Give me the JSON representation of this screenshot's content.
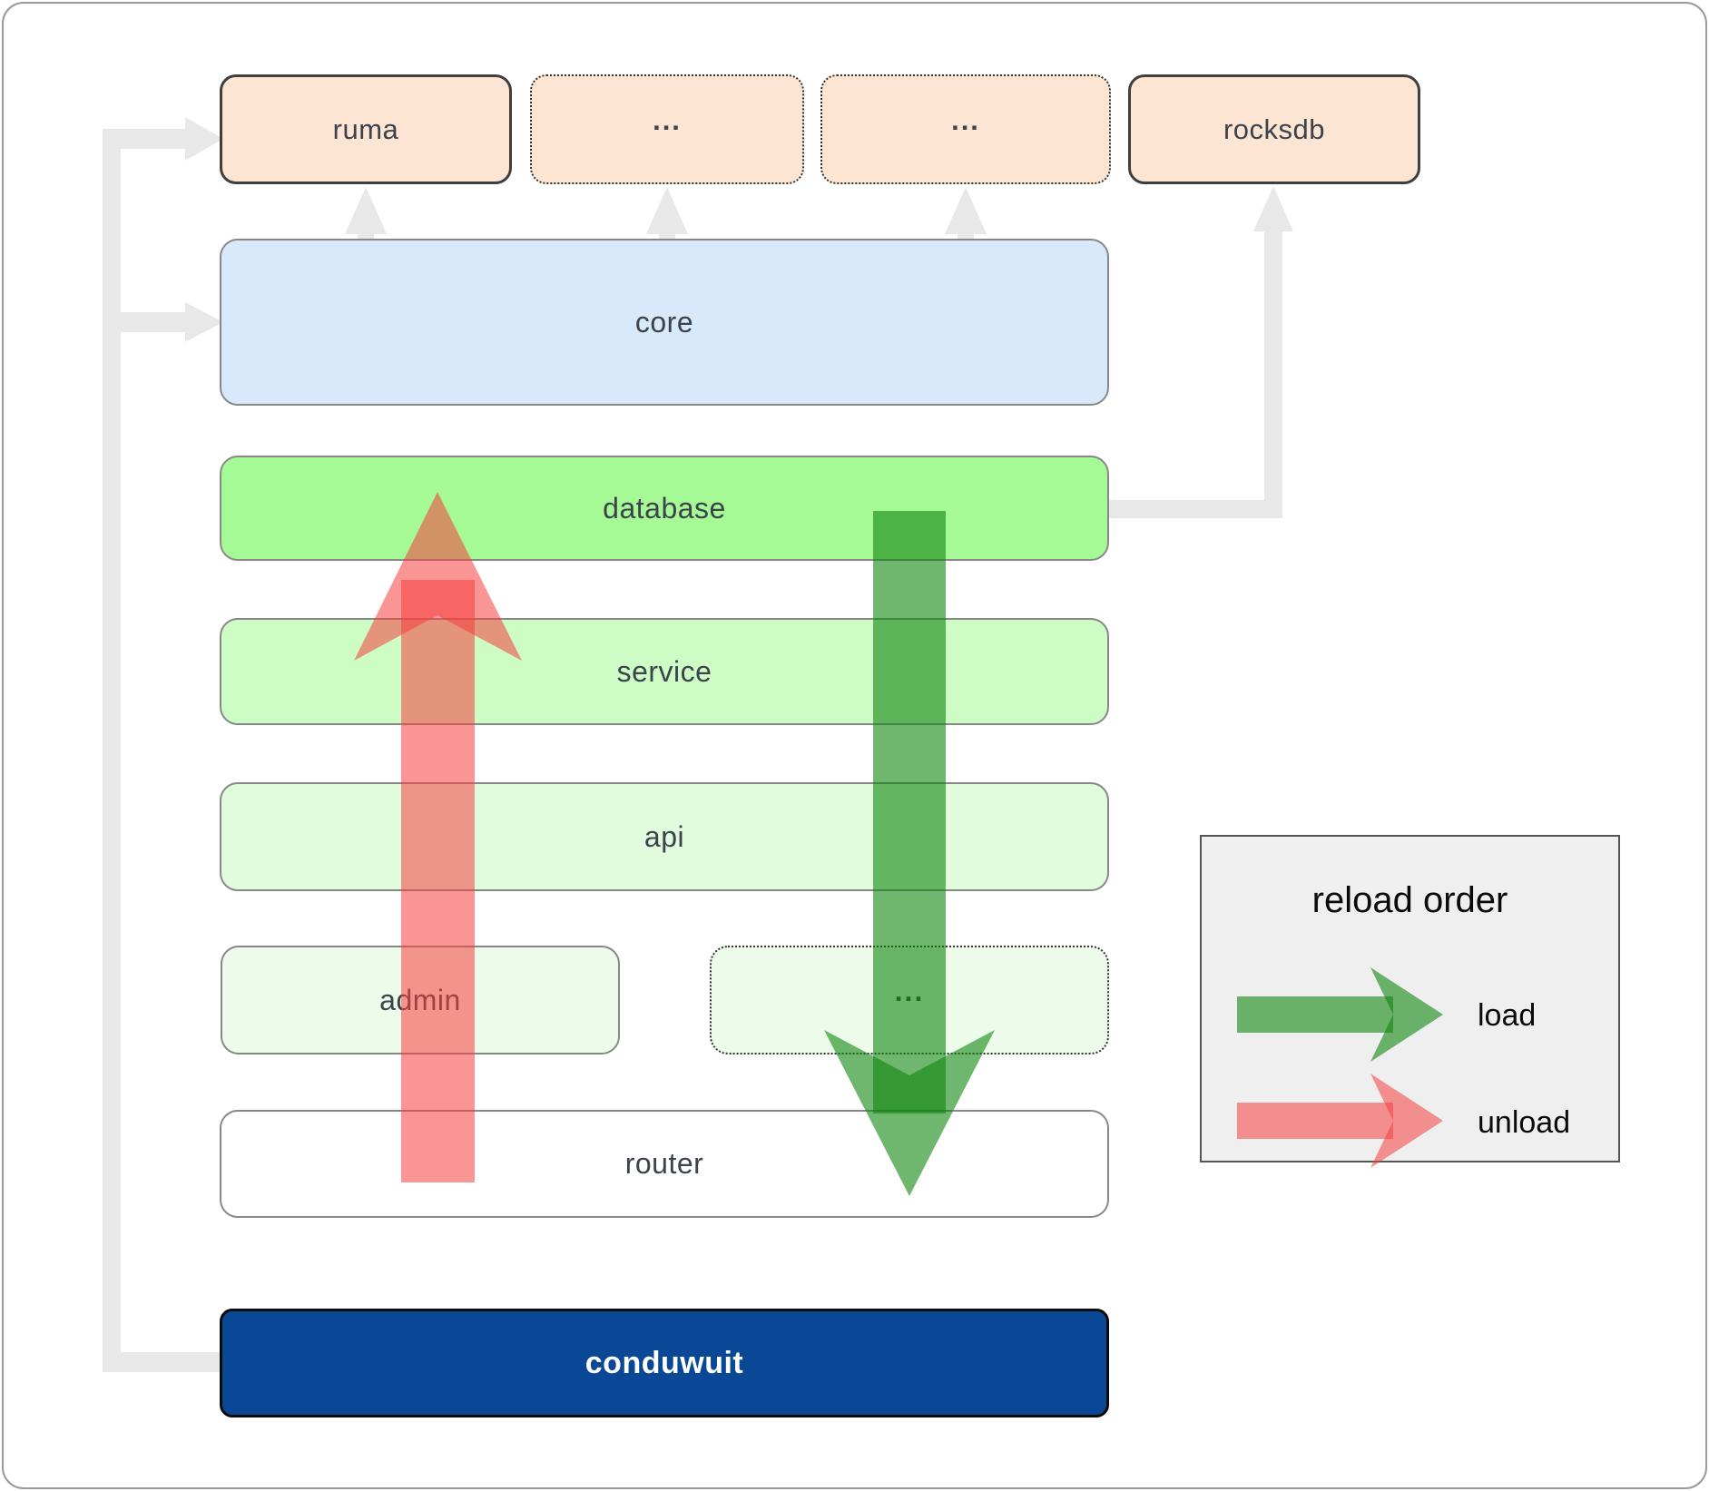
{
  "diagram": {
    "top_row": {
      "ruma": "ruma",
      "crate_more_1": "...",
      "crate_more_2": "...",
      "rocksdb": "rocksdb"
    },
    "layers": {
      "core": "core",
      "database": "database",
      "service": "service",
      "api": "api",
      "admin": "admin",
      "admin_more": "...",
      "router": "router",
      "conduwuit": "conduwuit"
    }
  },
  "legend": {
    "title": "reload order",
    "load_label": "load",
    "unload_label": "unload"
  },
  "colors": {
    "peach": "#fce5d3",
    "border_dark": "#3f3f3f",
    "border_mid": "#888888",
    "blue_core": "#d7e9fb",
    "green_database": "#a5fa96",
    "green_service": "#cdfcc5",
    "green_api": "#e1fcdd",
    "green_admin": "#edfcea",
    "router_white": "#ffffff",
    "conduwuit_navy": "#0a4896",
    "legend_bg": "#efefef",
    "label_text": "#3d434d",
    "connector_gray": "#e8e8e8",
    "load_green": "#0f860f",
    "unload_red": "#f63e3e"
  }
}
